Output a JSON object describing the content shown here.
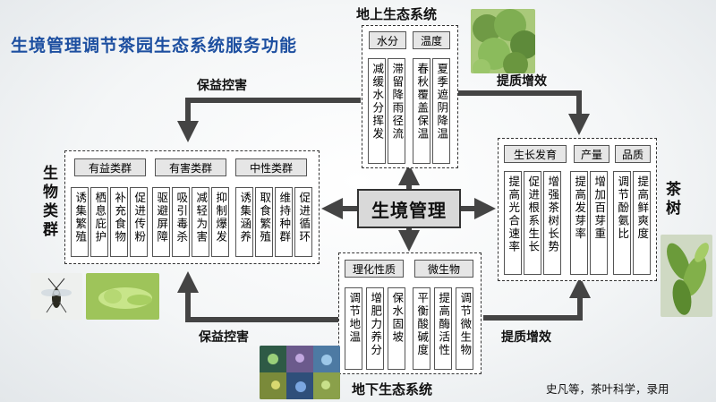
{
  "title": "生境管理调节茶园生态系统服务功能",
  "core": "生境管理",
  "citation": "史凡等，茶叶科学，录用",
  "arrows": {
    "top_left": "保益控害",
    "top_right": "提质增效",
    "bottom_left": "保益控害",
    "bottom_right": "提质增效"
  },
  "above_ground": {
    "title": "地上生态系统",
    "groups": [
      {
        "name": "水分",
        "items": [
          "减缓水分挥发",
          "滞留降雨径流"
        ]
      },
      {
        "name": "温度",
        "items": [
          "春秋覆盖保温",
          "夏季遮阴降温"
        ]
      }
    ]
  },
  "below_ground": {
    "title": "地下生态系统",
    "groups": [
      {
        "name": "理化性质",
        "items": [
          "调节地温",
          "增肥力养分",
          "保水固坡"
        ]
      },
      {
        "name": "微生物",
        "items": [
          "平衡酸碱度",
          "提高酶活性",
          "调节微生物"
        ]
      }
    ]
  },
  "biota": {
    "title": "生物类群",
    "groups": [
      {
        "name": "有益类群",
        "items": [
          "诱集繁殖",
          "栖息庇护",
          "补充食物",
          "促进传粉"
        ]
      },
      {
        "name": "有害类群",
        "items": [
          "驱避屏障",
          "吸引毒杀",
          "减轻为害",
          "抑制爆发"
        ]
      },
      {
        "name": "中性类群",
        "items": [
          "诱集涵养",
          "取食繁殖",
          "维持种群",
          "促进循环"
        ]
      }
    ]
  },
  "tea": {
    "title": "茶树",
    "groups": [
      {
        "name": "生长发育",
        "items": [
          "提高光合速率",
          "促进根系生长",
          "增强茶树长势"
        ]
      },
      {
        "name": "产量",
        "items": [
          "提高发芽率",
          "增加百芽重"
        ]
      },
      {
        "name": "品质",
        "items": [
          "调节酚氨比",
          "提高鲜爽度"
        ]
      }
    ]
  },
  "photos": [
    "tree-canopy",
    "soil-microbes",
    "insects",
    "tea-leaves"
  ]
}
